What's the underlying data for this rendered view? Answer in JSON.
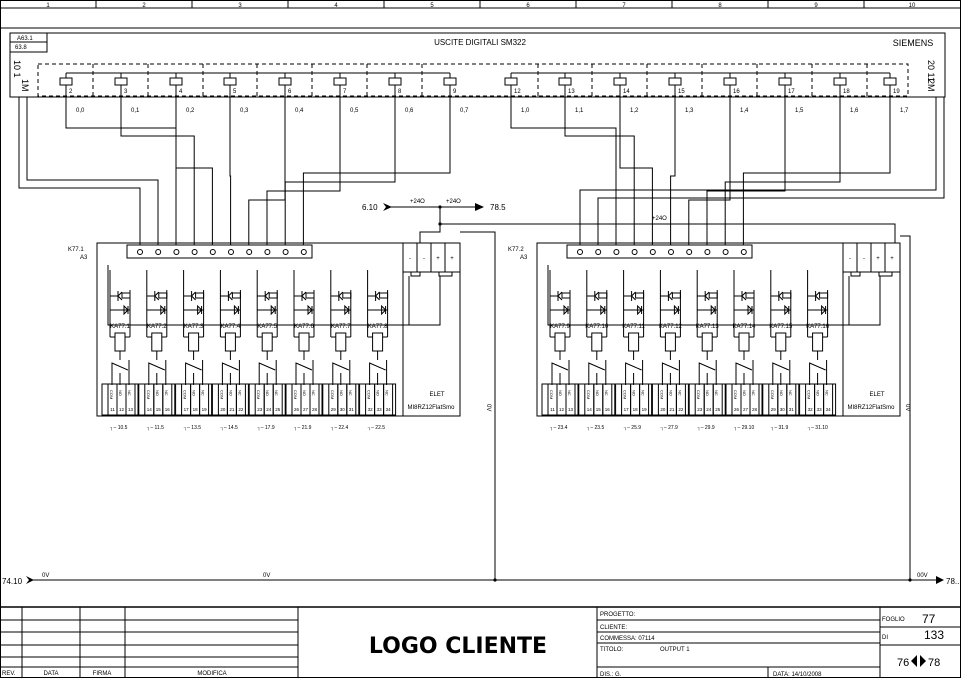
{
  "ruler": {
    "columns": [
      "1",
      "2",
      "3",
      "4",
      "5",
      "6",
      "7",
      "8",
      "9",
      "10"
    ]
  },
  "plc": {
    "ref_top": "A63.1",
    "ref_bottom": "63.8",
    "title": "USCITE DIGITALI SM322",
    "brand": "SIEMENS",
    "left_pins": "10 1",
    "left_common": "1M",
    "right_pins": "20 11",
    "right_common": "2M",
    "terminals": [
      "2",
      "3",
      "4",
      "5",
      "6",
      "7",
      "8",
      "9",
      "12",
      "13",
      "14",
      "15",
      "16",
      "17",
      "18",
      "19"
    ],
    "addresses": [
      "0,0",
      "0,1",
      "0,2",
      "0,3",
      "0,4",
      "0,5",
      "0,6",
      "0,7",
      "1,0",
      "1,1",
      "1,2",
      "1,3",
      "1,4",
      "1,5",
      "1,6",
      "1,7"
    ]
  },
  "supply": {
    "from_ref": "6.10",
    "to_ref": "78.5",
    "net_a": "+24O",
    "net_b": "+24O",
    "net_c": "+24O"
  },
  "modules": [
    {
      "tag": "K77.1",
      "loc": "A3",
      "maker": "ELET",
      "model": "MI8RZ12FlatSmo",
      "relays": [
        "KA77.1",
        "KA77.2",
        "KA77.3",
        "KA77.4",
        "KA77.5",
        "KA77.6",
        "KA77.7",
        "KA77.8"
      ],
      "xrefs": [
        "10.5",
        "11.5",
        "13.5",
        "14.5",
        "17.9",
        "21.9",
        "22.4",
        "22.5"
      ],
      "power_signs": [
        "-",
        "-",
        "+",
        "+"
      ],
      "zero_volt": "0V"
    },
    {
      "tag": "K77.2",
      "loc": "A3",
      "maker": "ELET",
      "model": "MI8RZ12FlatSmo",
      "relays": [
        "KA77.9",
        "KA77.10",
        "KA77.11",
        "KA77.12",
        "KA77.13",
        "KA77.14",
        "KA77.15",
        "KA77.16"
      ],
      "xrefs": [
        "23.4",
        "23.5",
        "25.9",
        "27.9",
        "29.9",
        "29.10",
        "31.9",
        "31.10"
      ],
      "power_signs": [
        "-",
        "-",
        "+",
        "+"
      ],
      "zero_volt": "0V"
    }
  ],
  "contact_labels": [
    "COM",
    "NO",
    "NC"
  ],
  "terminal_numbers": [
    "11",
    "12",
    "13",
    "14",
    "15",
    "16",
    "17",
    "18",
    "19",
    "20",
    "21",
    "22",
    "23",
    "24",
    "25",
    "26",
    "27",
    "28",
    "29",
    "30",
    "31",
    "32",
    "33",
    "34"
  ],
  "bus": {
    "from_ref": "74.10",
    "to_ref": "78..",
    "label_a": "0V",
    "label_b": "0V",
    "label_c": "00V"
  },
  "title_block": {
    "rev": "REV.",
    "data": "DATA",
    "firma": "FIRMA",
    "modifica": "MODIFICA",
    "logo": "LOGO CLIENTE",
    "progetto": "PROGETTO:",
    "cliente": "CLIENTE:",
    "commessa": "COMMESSA: 07114",
    "titolo": "TITOLO:",
    "titolo_value": "OUTPUT 1",
    "dis": "DIS.: G.",
    "date": "DATA: 14/10/2008",
    "foglio_label": "FOGLIO",
    "foglio": "77",
    "di_label": "DI",
    "di": "133",
    "prev_page": "76",
    "next_page": "78"
  }
}
